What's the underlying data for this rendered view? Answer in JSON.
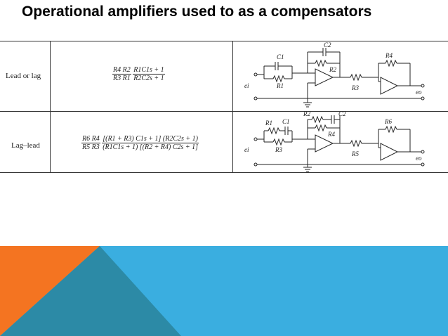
{
  "slide": {
    "title": "Operational amplifiers used to as a compensators"
  },
  "table": {
    "rows": [
      {
        "label": "Lead or lag",
        "formula": {
          "gain_num": "R4 R2",
          "gain_den": "R3 R1",
          "tf_num": "R1C1s + 1",
          "tf_den": "R2C2s + 1"
        },
        "circuit": {
          "labels": [
            "C1",
            "C2",
            "R4",
            "R2",
            "R1",
            "ei",
            "R3",
            "eo"
          ]
        }
      },
      {
        "label": "Lag–lead",
        "formula": {
          "gain_num": "R6 R4",
          "gain_den": "R5 R3",
          "tf_num": "[(R1 + R3) C1s + 1] (R2C2s + 1)",
          "tf_den": "(R1C1s + 1) [(R2 + R4) C2s + 1]"
        },
        "circuit": {
          "labels": [
            "R2",
            "C2",
            "R1",
            "C1",
            "R6",
            "R4",
            "R3",
            "ei",
            "R5",
            "eo"
          ]
        }
      }
    ]
  },
  "colors": {
    "footer_blue": "#3aaee0",
    "footer_orange": "#f47421",
    "footer_dark_teal": "#2c8aa6"
  }
}
